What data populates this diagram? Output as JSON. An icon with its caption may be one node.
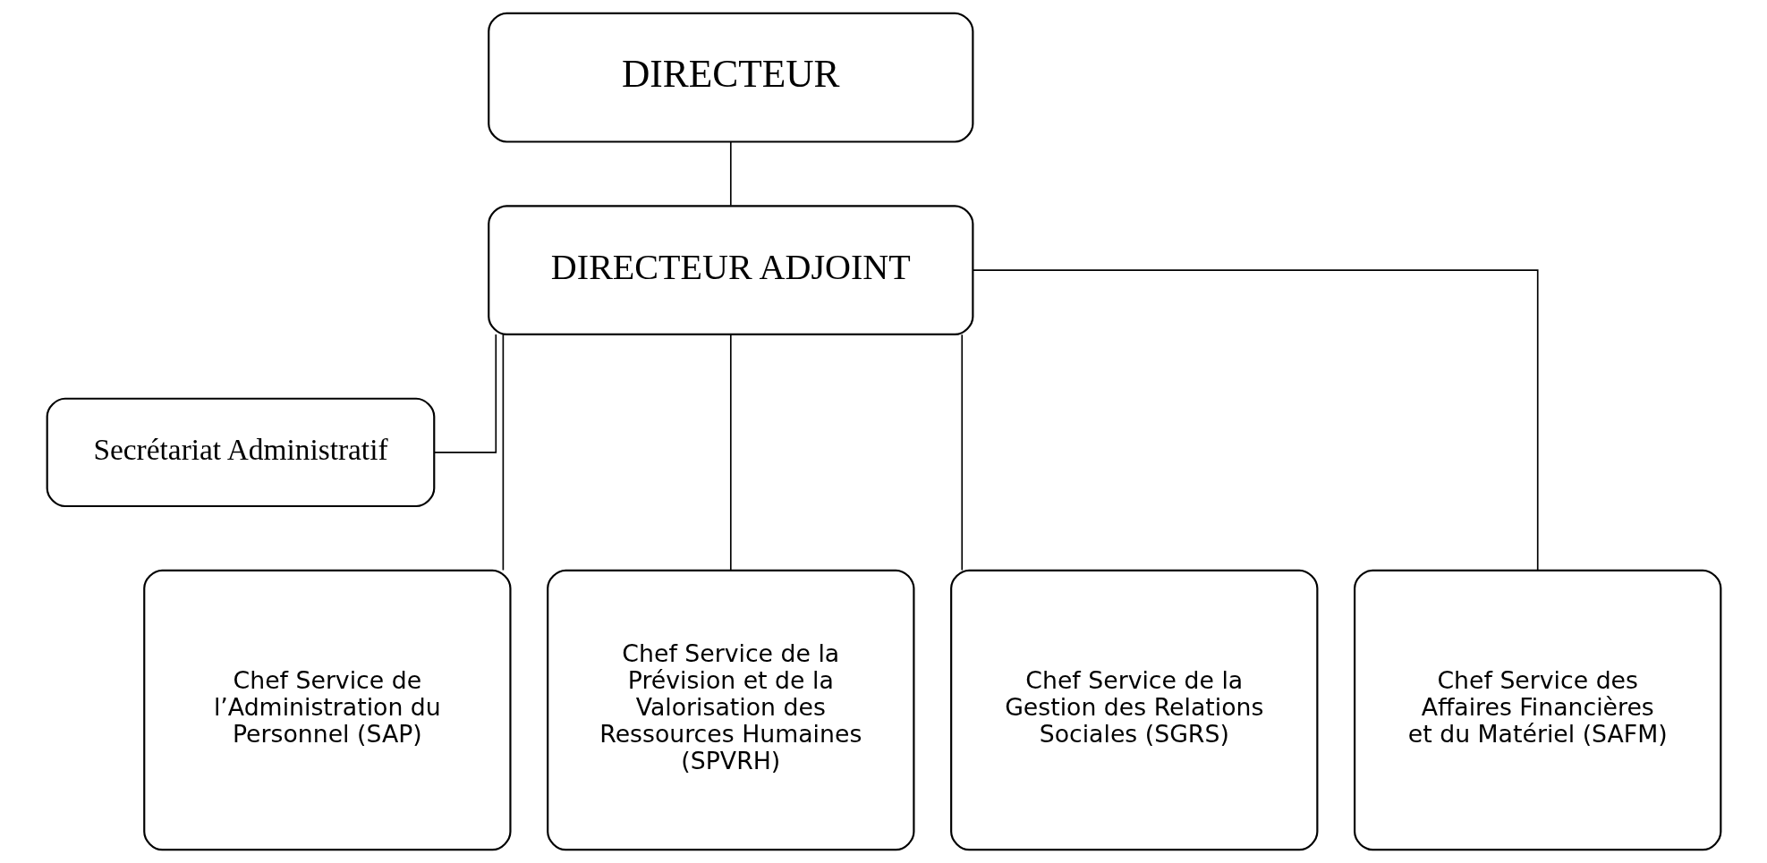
{
  "diagram": {
    "nodes": [
      {
        "text": [
          "DIRECTEUR"
        ]
      },
      {
        "text": [
          "DIRECTEUR ADJOINT"
        ]
      },
      {
        "text": [
          "Secrétariat Administratif"
        ]
      },
      {
        "text": [
          "Chef Service de l’Administration du Personnel (SAP)"
        ]
      },
      {
        "text": [
          "Chef Service de la Prévision et de la Valorisation des Ressources Humaines (SPVRH)"
        ]
      },
      {
        "text": [
          "Chef Service de la Gestion des Relations Sociales (SGRS)"
        ]
      },
      {
        "text": [
          "Chef Service des Affaires Financières et du Matériel (SAFM)"
        ]
      }
    ],
    "edges": [
      {
        "from": 0,
        "to": 1,
        "arrow": "none"
      },
      {
        "from": 1,
        "to": 2,
        "arrow": "none"
      },
      {
        "from": 1,
        "to": 3,
        "arrow": "none"
      },
      {
        "from": 1,
        "to": 4,
        "arrow": "none"
      },
      {
        "from": 1,
        "to": 5,
        "arrow": "none"
      },
      {
        "from": 1,
        "to": 6,
        "arrow": "none"
      }
    ]
  }
}
